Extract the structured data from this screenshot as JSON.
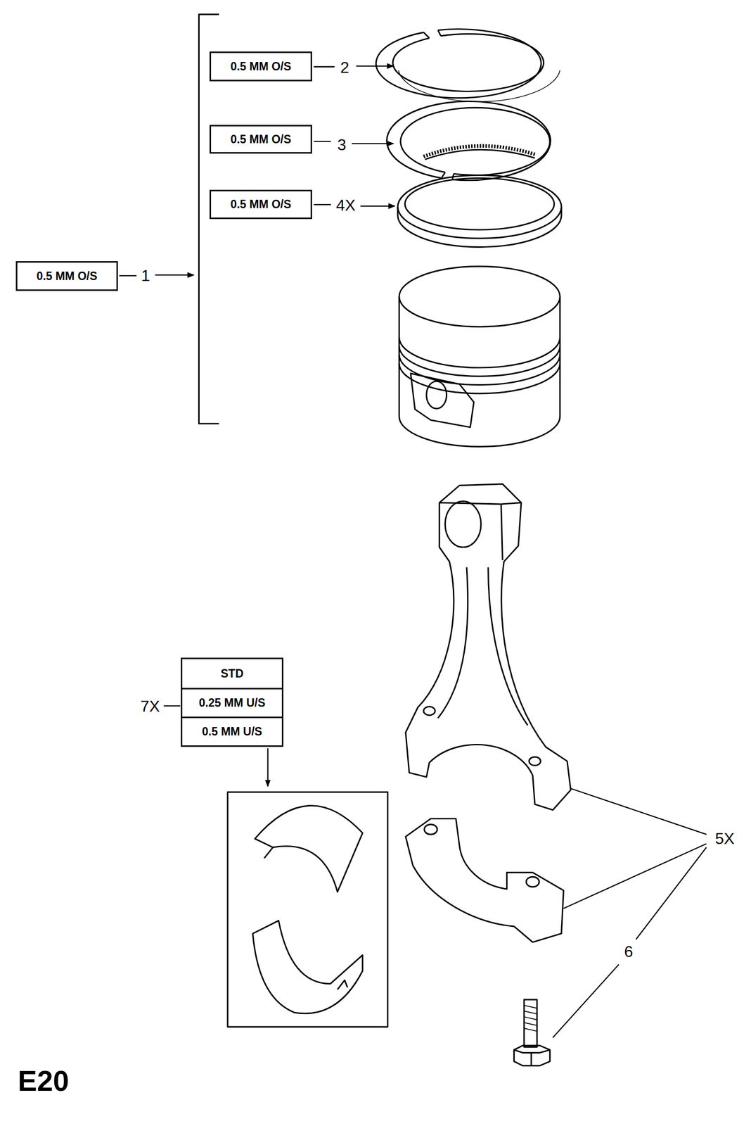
{
  "diagram": {
    "nodes": [
      {
        "text": [
          "0.5 MM O/S"
        ]
      },
      {
        "text": [
          "0.5 MM O/S"
        ]
      },
      {
        "text": [
          "0.5 MM O/S"
        ]
      },
      {
        "text": [
          "0.5 MM O/S"
        ]
      },
      {
        "text": [
          "STD",
          "0.25 MM U/S",
          "0.5 MM U/S"
        ]
      }
    ],
    "labels": [
      "2",
      "3",
      "4X",
      "1",
      "7X",
      "5X",
      "6",
      "E20"
    ]
  }
}
